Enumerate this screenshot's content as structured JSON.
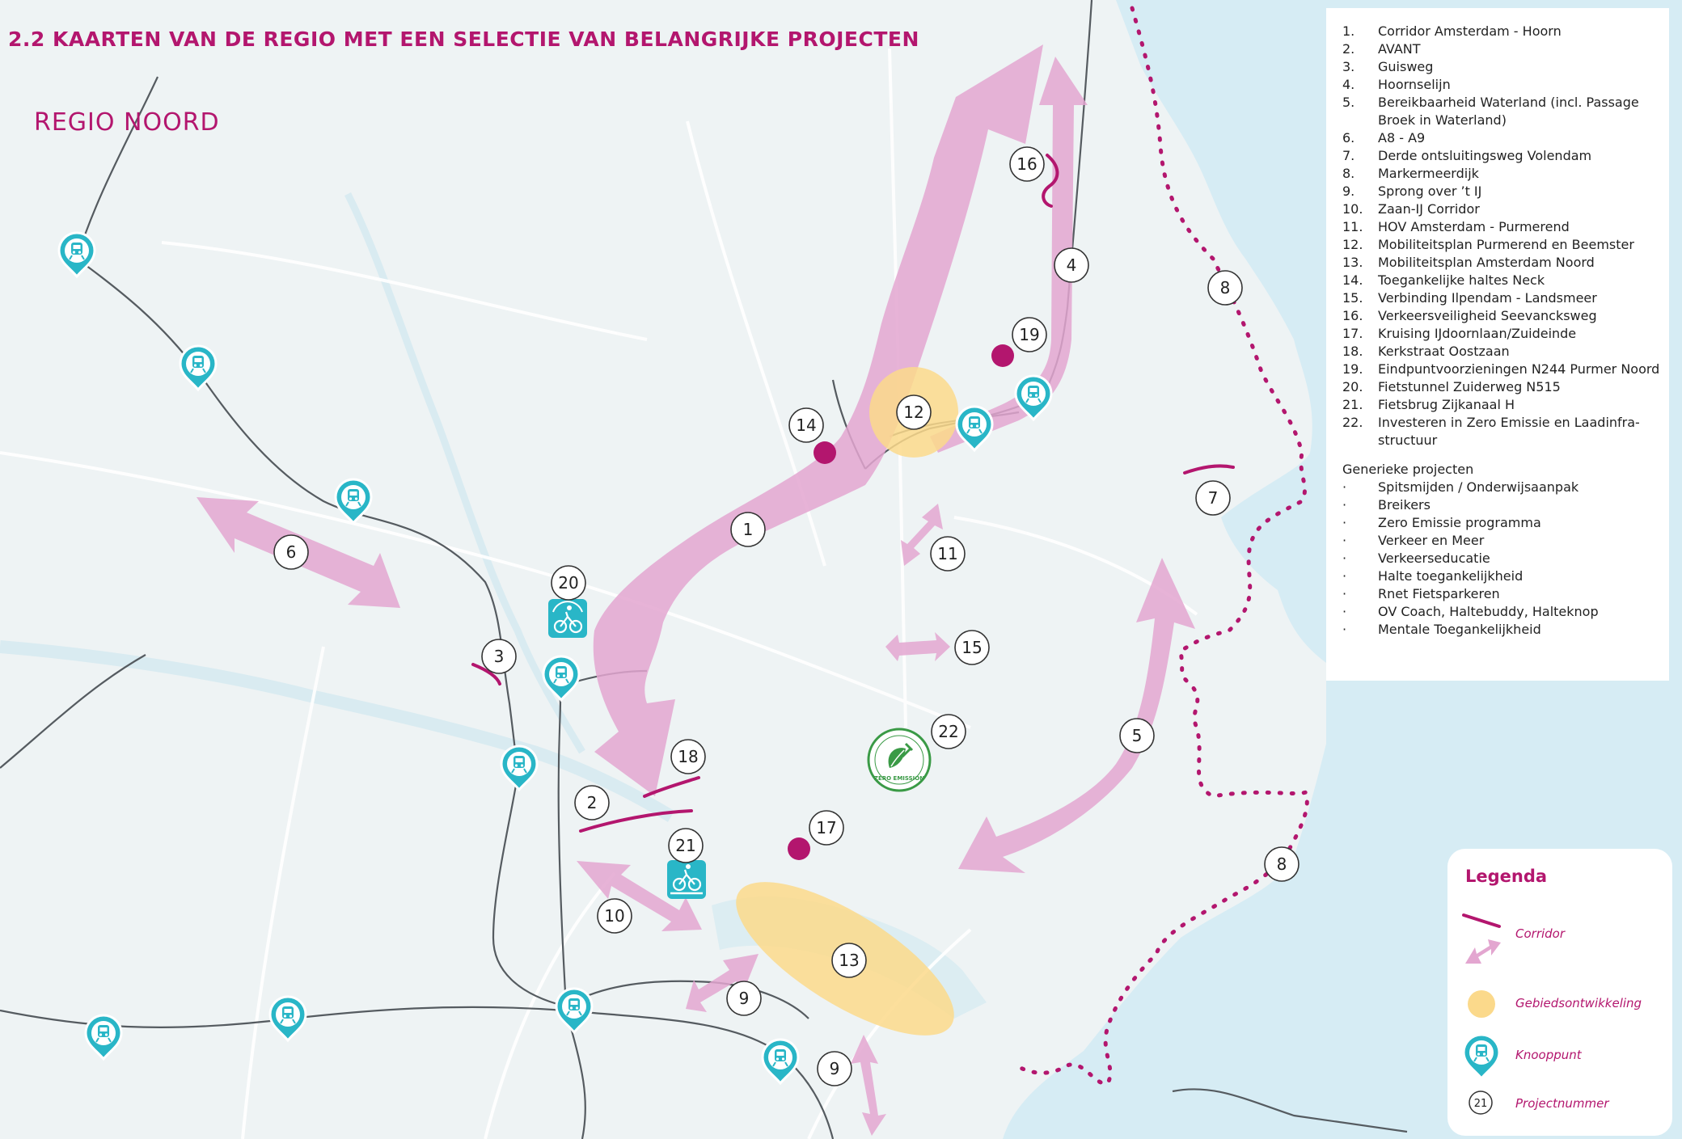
{
  "header": {
    "title": "2.2  KAARTEN VAN DE REGIO MET EEN SELECTIE VAN BELANGRIJKE PROJECTEN",
    "region": "REGIO NOORD"
  },
  "colors": {
    "accent": "#b3166e",
    "corridor_arrow": "#e3a6d0",
    "area_development": "#fbd98b",
    "station": "#29b6c7",
    "water": "#d6ecf4",
    "land": "#eef3f4"
  },
  "project_list": {
    "items": [
      {
        "num": "1.",
        "text": "Corridor Amsterdam - Hoorn"
      },
      {
        "num": "2.",
        "text": "AVANT"
      },
      {
        "num": "3.",
        "text": "Guisweg"
      },
      {
        "num": "4.",
        "text": "Hoornselijn"
      },
      {
        "num": "5.",
        "text": "Bereikbaarheid Waterland (incl. Passage Broek in Waterland)"
      },
      {
        "num": "6.",
        "text": "A8 - A9"
      },
      {
        "num": "7.",
        "text": "Derde ontsluitingsweg Volendam"
      },
      {
        "num": "8.",
        "text": "Markermeerdijk"
      },
      {
        "num": "9.",
        "text": "Sprong over  ’t IJ"
      },
      {
        "num": "10.",
        "text": "Zaan-IJ Corridor"
      },
      {
        "num": "11.",
        "text": "HOV Amsterdam - Purmerend"
      },
      {
        "num": "12.",
        "text": "Mobiliteitsplan Purmerend en Beemster"
      },
      {
        "num": "13.",
        "text": "Mobiliteitsplan Amsterdam Noord"
      },
      {
        "num": "14.",
        "text": "Toegankelijke haltes Neck"
      },
      {
        "num": "15.",
        "text": "Verbinding Ilpendam - Landsmeer"
      },
      {
        "num": "16.",
        "text": "Verkeersveiligheid Seevancksweg"
      },
      {
        "num": "17.",
        "text": "Kruising IJdoornlaan/Zuideinde"
      },
      {
        "num": "18.",
        "text": "Kerkstraat Oostzaan"
      },
      {
        "num": "19.",
        "text": "Eindpuntvoorzieningen N244 Purmer Noord"
      },
      {
        "num": "20.",
        "text": "Fietstunnel Zuiderweg N515"
      },
      {
        "num": "21.",
        "text": "Fietsbrug Zijkanaal H"
      },
      {
        "num": "22.",
        "text": "Investeren in Zero Emissie en Laadinfra-structuur"
      }
    ],
    "generic_title": "Generieke projecten",
    "generic_items": [
      "Spitsmijden / Onderwijsaanpak",
      "Breikers",
      "Zero Emissie programma",
      "Verkeer en Meer",
      "Verkeerseducatie",
      "Halte toegankelijkheid",
      "Rnet Fietsparkeren",
      "OV Coach, Haltebuddy, Halteknop",
      "Mentale Toegankelijkheid"
    ],
    "bullet": "·"
  },
  "legend": {
    "title": "Legenda",
    "corridor": "Corridor",
    "area": "Gebiedsontwikkeling",
    "node": "Knooppunt",
    "project_number": "Projectnummer",
    "sample_number": "21"
  },
  "map_labels": {
    "p1": "1",
    "p2": "2",
    "p3": "3",
    "p4": "4",
    "p5": "5",
    "p6": "6",
    "p7": "7",
    "p8a": "8",
    "p8b": "8",
    "p9a": "9",
    "p9b": "9",
    "p10": "10",
    "p11": "11",
    "p12": "12",
    "p13": "13",
    "p14": "14",
    "p15": "15",
    "p16": "16",
    "p17": "17",
    "p18": "18",
    "p19": "19",
    "p20": "20",
    "p21": "21",
    "p22": "22",
    "zero_emission_badge": "ZERO EMISSION"
  },
  "icons": {
    "station": "train-station-icon",
    "bike_tunnel": "bicycle-tunnel-icon",
    "bike_bridge": "bicycle-bridge-icon",
    "zero_emission": "zero-emission-icon"
  }
}
